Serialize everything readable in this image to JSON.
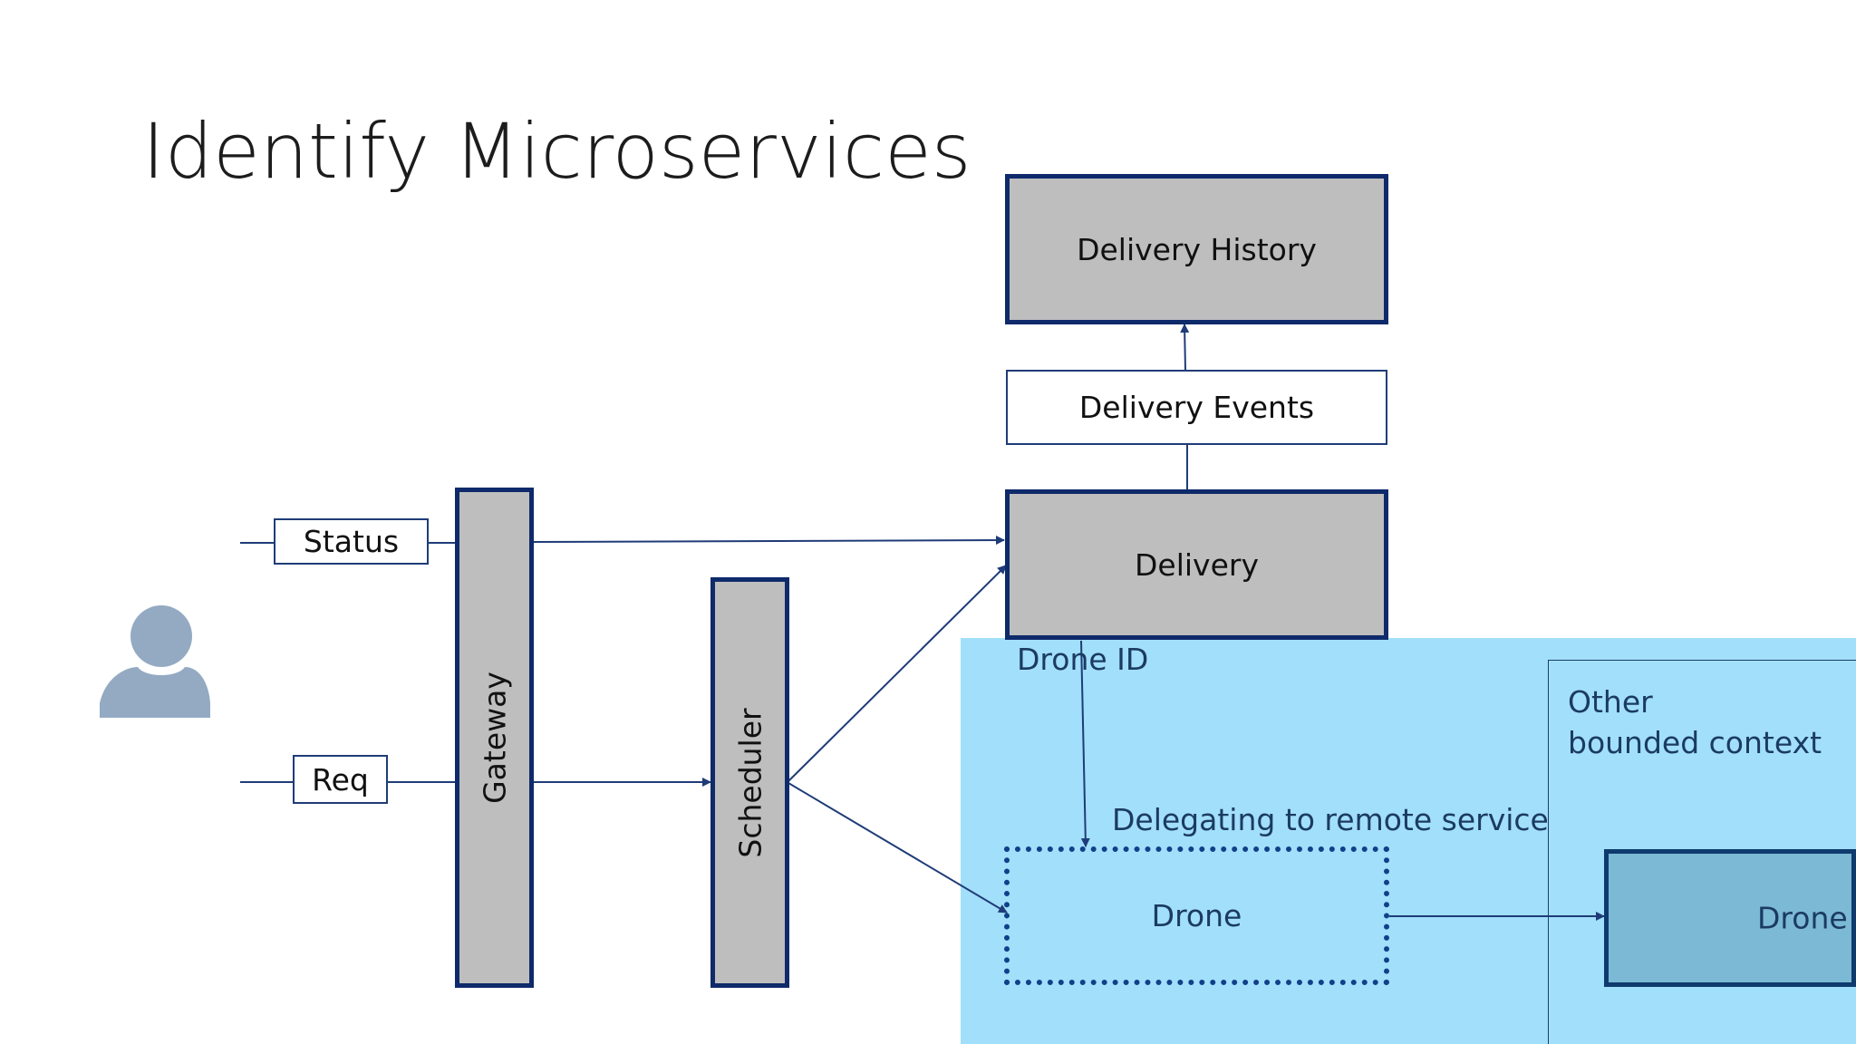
{
  "slide": {
    "title": "Identify Microservices"
  },
  "services": {
    "delivery_history": "Delivery History",
    "delivery_events": "Delivery Events",
    "delivery": "Delivery",
    "gateway": "Gateway",
    "scheduler": "Scheduler",
    "drone_local": "Drone",
    "drone_remote": "Drone"
  },
  "inputs": {
    "status": "Status",
    "req": "Req"
  },
  "annotations": {
    "drone_id": "Drone ID",
    "delegating": "Delegating to remote service",
    "other_context_line1": "Other",
    "other_context_line2": "bounded context"
  },
  "icons": {
    "user": "user-icon"
  },
  "colors": {
    "service_fill": "#bebebe",
    "service_border": "#0e2a6b",
    "context_fill": "#a2dffa",
    "remote_drone_fill": "#7cb9d4",
    "user_icon": "#93aac2",
    "connector": "#1f3c78"
  }
}
